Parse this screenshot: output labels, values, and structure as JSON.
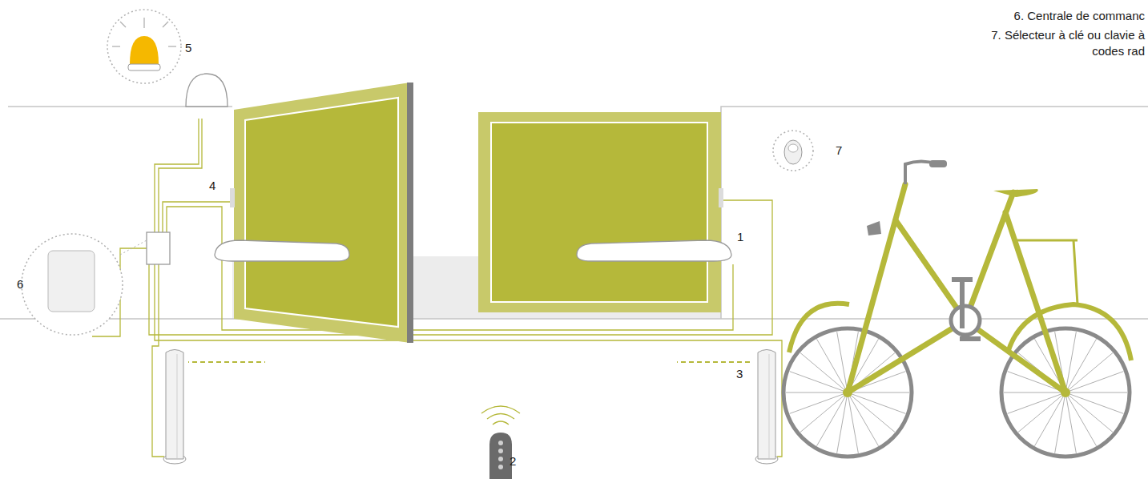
{
  "diagram": {
    "labels": [
      "6. Centrale de commanc",
      "7. Sélecteur à clé ou clavie à codes rad",
      "5",
      "4",
      "6",
      "1",
      "7",
      "3",
      "2"
    ]
  }
}
